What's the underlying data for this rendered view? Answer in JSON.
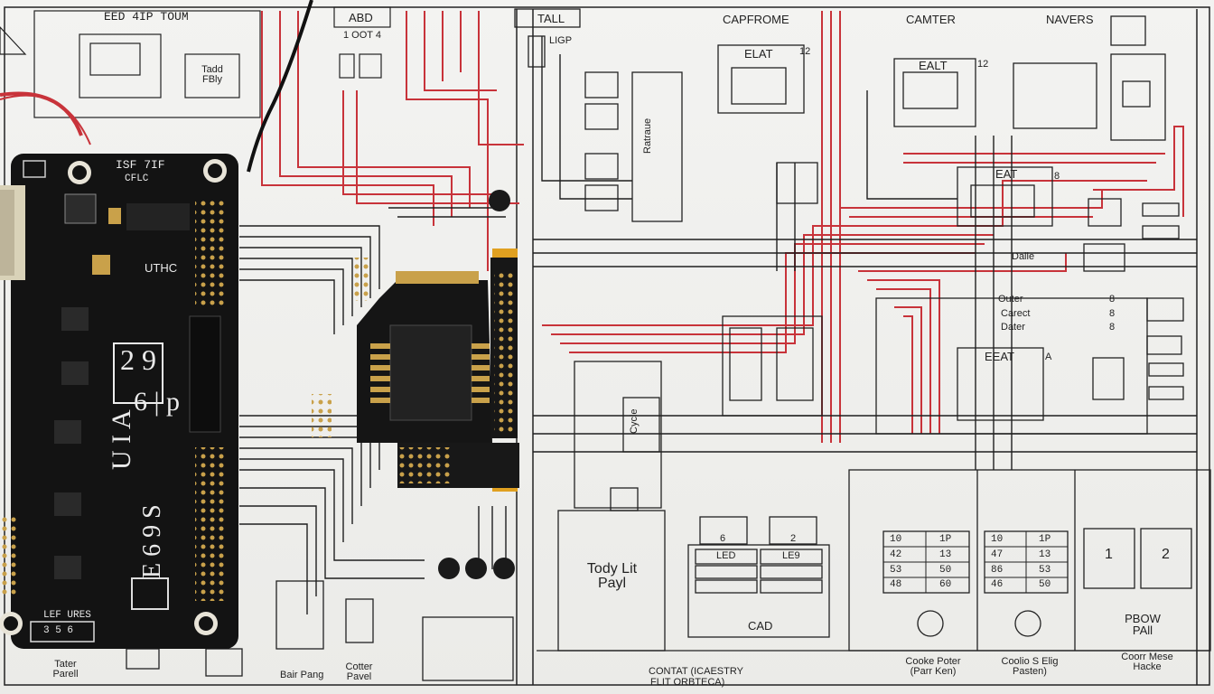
{
  "scene": {
    "description_labels": {
      "top_left_title": "EED 4IP TOUM",
      "top_left_box": "Tadd\nFBly",
      "abd_box": "ABD",
      "abd_sub": "1 OOT 4",
      "tall_box": "TALL",
      "tall_sub": "LIGP",
      "caprome": "CAPFROME",
      "canter": "CAMTER",
      "navers": "NAVERS",
      "eat_1": "ELAT",
      "eat_1_num": "12",
      "eat_2": "EALT",
      "eat_2_num": "12",
      "eat_3": "EAT",
      "eat_3_num": "8",
      "eat_4": "EEAT",
      "eat_4_num": "A",
      "dalle": "Dalle",
      "outer_1": "Outer",
      "outer_2": "Carect",
      "outer_3": "Dater",
      "outer_val_1": "8",
      "outer_val_2": "8",
      "outer_val_3": "8",
      "relay_block": "Ratraue",
      "cycle_block": "Cycle",
      "tody_lit": "Tody Lit\nPayl",
      "cad": "CAD",
      "led1": "LED",
      "led2": "LE9",
      "bay_a": "6",
      "bay_b": "2",
      "keypad_1": [
        "10",
        "1P",
        "42",
        "13",
        "53",
        "50",
        "48",
        "60"
      ],
      "keypad_2": [
        "10",
        "1P",
        "47",
        "13",
        "86",
        "53",
        "46",
        "50"
      ],
      "digit_1": "1",
      "digit_2": "2",
      "pbow": "PBOW\nPAll",
      "cooke_1": "Cooke Poter\n(Parr Ken)",
      "cooke_2": "Coolio S Elig\nPasten)",
      "cooke_3": "Coorr Mese\nHacke",
      "contact_1": "CONTAT  (ICAESTRY",
      "contact_2": "FLIT   ORBTECA)",
      "tater_panel": "Tater\nParell",
      "bair_pang": "Bair Pang",
      "cotter_pavel": "Cotter\nPavel",
      "lef_ures": "LEF URES",
      "lef_num": "3 5 6"
    },
    "board_silkscreen": {
      "top": "ISF 7IF",
      "top_sub": "CFLC",
      "logo": "UTHC",
      "big_text_1": "2 9",
      "big_text_2": "6 | p",
      "big_text_3": "U I A",
      "big_text_4": "E 6 9 S"
    },
    "colors": {
      "paper": "#eeeeec",
      "ink": "#1f1f1f",
      "red_trace": "#c8333a",
      "board": "#141414",
      "gold": "#c9a14a",
      "chip": "#1b1b1b"
    }
  }
}
